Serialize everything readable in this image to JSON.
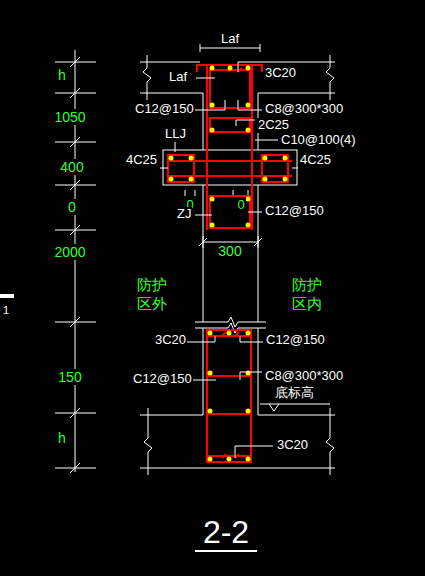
{
  "diagram": {
    "title": "2-2",
    "labels": [
      "h",
      "1050",
      "400",
      "0",
      "2000",
      "150",
      "h",
      "Laf",
      "Laf",
      "3C20",
      "C12@150",
      "C8@300*300",
      "2C25",
      "LLJ",
      "C10@100(4)",
      "4C25",
      "4C25",
      "0",
      "0",
      "ZJ",
      "C12@150",
      "300",
      "防护 区外",
      "防护 区内",
      "3C20",
      "C12@150",
      "C12@150",
      "C8@300*300",
      "底标高",
      "3C20",
      "1"
    ]
  }
}
